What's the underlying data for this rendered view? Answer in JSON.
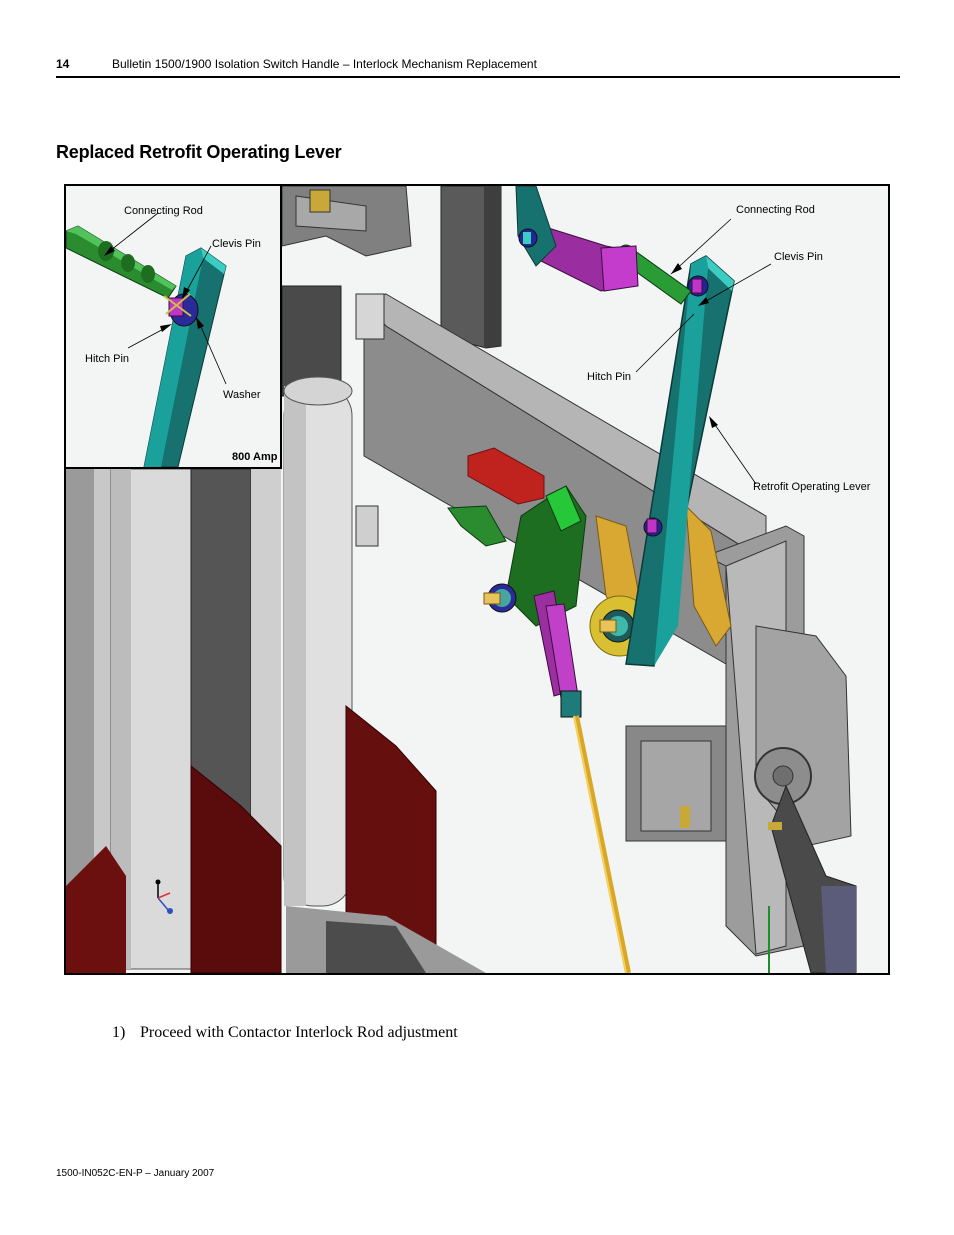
{
  "header": {
    "page_number": "14",
    "title": "Bulletin 1500/1900 Isolation Switch Handle – Interlock Mechanism Replacement"
  },
  "section": {
    "title": "Replaced Retrofit Operating Lever"
  },
  "figure": {
    "callouts": {
      "connecting_rod": "Connecting Rod",
      "clevis_pin": "Clevis Pin",
      "hitch_pin": "Hitch Pin",
      "retrofit_operating_lever": "Retrofit Operating Lever"
    },
    "inset": {
      "connecting_rod": "Connecting Rod",
      "clevis_pin": "Clevis Pin",
      "hitch_pin": "Hitch Pin",
      "washer": "Washer",
      "caption": "800 Amp"
    }
  },
  "steps": [
    {
      "number": "1)",
      "text": "Proceed with Contactor Interlock Rod adjustment"
    }
  ],
  "footer": {
    "publication": "1500-IN052C-EN-P – January 2007"
  }
}
